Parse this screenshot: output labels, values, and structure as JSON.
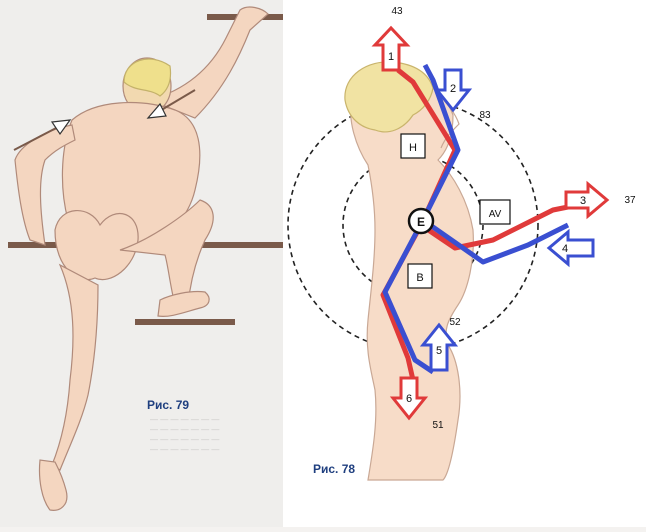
{
  "figure_left": {
    "caption": "Рис. 79"
  },
  "figure_right": {
    "caption": "Рис. 78",
    "center_label": "E",
    "boxes": {
      "h": "H",
      "av": "AV",
      "b": "B"
    },
    "arrows": [
      {
        "id": "1",
        "value": "43",
        "color": "#e03a3a",
        "direction": "up"
      },
      {
        "id": "2",
        "value": "83",
        "color": "#3a4fd1",
        "direction": "down"
      },
      {
        "id": "3",
        "value": "37",
        "color": "#e03a3a",
        "direction": "right"
      },
      {
        "id": "4",
        "value": "",
        "color": "#3a4fd1",
        "direction": "left"
      },
      {
        "id": "5",
        "value": "52",
        "color": "#3a4fd1",
        "direction": "up"
      },
      {
        "id": "6",
        "value": "51",
        "color": "#e03a3a",
        "direction": "down"
      }
    ],
    "colors": {
      "red_path": "#e03a3a",
      "blue_path": "#3a4fd1",
      "skin": "#f7dcc8",
      "hair": "#f1e3a3"
    }
  }
}
